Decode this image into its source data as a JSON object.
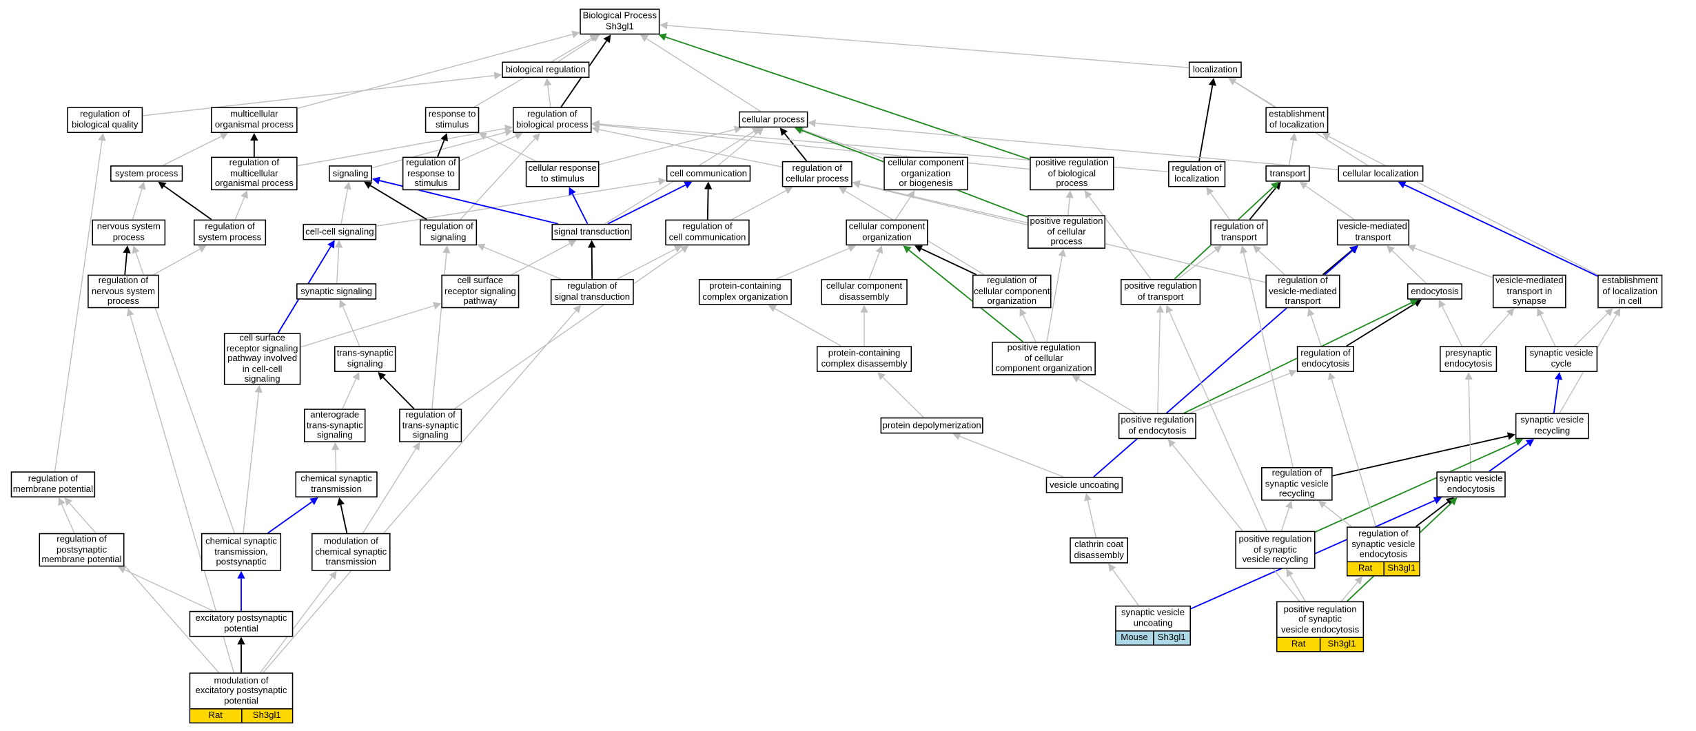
{
  "colors": {
    "default_edge": "#bfbfbf",
    "is_a_edge": "#000000",
    "regulates_edge": "#0000ff",
    "positively_regulates_edge": "#228b22",
    "rat_annotation": "#ffd700",
    "mouse_annotation": "#add8e6"
  },
  "nodes": [
    {
      "id": "bp",
      "lines": [
        "Biological Process",
        "Sh3gl1"
      ]
    },
    {
      "id": "bioreg",
      "lines": [
        "biological regulation"
      ]
    },
    {
      "id": "localization",
      "lines": [
        "localization"
      ]
    },
    {
      "id": "regbq",
      "lines": [
        "regulation of",
        "biological quality"
      ]
    },
    {
      "id": "multicell",
      "lines": [
        "multicellular",
        "organismal process"
      ]
    },
    {
      "id": "respstim",
      "lines": [
        "response to",
        "stimulus"
      ]
    },
    {
      "id": "regbp",
      "lines": [
        "regulation of",
        "biological process"
      ]
    },
    {
      "id": "cellproc",
      "lines": [
        "cellular process"
      ]
    },
    {
      "id": "estloc",
      "lines": [
        "establishment",
        "of localization"
      ]
    },
    {
      "id": "sysproc",
      "lines": [
        "system process"
      ]
    },
    {
      "id": "regmulti",
      "lines": [
        "regulation of",
        "multicellular",
        "organismal process"
      ]
    },
    {
      "id": "signaling",
      "lines": [
        "signaling"
      ]
    },
    {
      "id": "regresp",
      "lines": [
        "regulation of",
        "response to",
        "stimulus"
      ]
    },
    {
      "id": "cellresp",
      "lines": [
        "cellular response",
        "to stimulus"
      ]
    },
    {
      "id": "cellcomm",
      "lines": [
        "cell communication"
      ]
    },
    {
      "id": "regcellproc",
      "lines": [
        "regulation of",
        "cellular process"
      ]
    },
    {
      "id": "ccorg",
      "lines": [
        "cellular component",
        "organization",
        "or biogenesis"
      ]
    },
    {
      "id": "posregbp",
      "lines": [
        "positive regulation",
        "of biological",
        "process"
      ]
    },
    {
      "id": "regloc",
      "lines": [
        "regulation of",
        "localization"
      ]
    },
    {
      "id": "transport",
      "lines": [
        "transport"
      ]
    },
    {
      "id": "cellloc",
      "lines": [
        "cellular localization"
      ]
    },
    {
      "id": "nervsys",
      "lines": [
        "nervous system",
        "process"
      ]
    },
    {
      "id": "regsys",
      "lines": [
        "regulation of",
        "system process"
      ]
    },
    {
      "id": "cellcellsig",
      "lines": [
        "cell-cell signaling"
      ]
    },
    {
      "id": "regsig",
      "lines": [
        "regulation of",
        "signaling"
      ]
    },
    {
      "id": "sigtrans",
      "lines": [
        "signal transduction"
      ]
    },
    {
      "id": "regcellcomm",
      "lines": [
        "regulation of",
        "cell communication"
      ]
    },
    {
      "id": "ccorg2",
      "lines": [
        "cellular component",
        "organization"
      ]
    },
    {
      "id": "posregcell",
      "lines": [
        "positive regulation",
        "of cellular",
        "process"
      ]
    },
    {
      "id": "regtransport",
      "lines": [
        "regulation of",
        "transport"
      ]
    },
    {
      "id": "vesmedtrans",
      "lines": [
        "vesicle-mediated",
        "transport"
      ]
    },
    {
      "id": "regnerv",
      "lines": [
        "regulation of",
        "nervous system",
        "process"
      ]
    },
    {
      "id": "synsig",
      "lines": [
        "synaptic signaling"
      ]
    },
    {
      "id": "csrsp",
      "lines": [
        "cell surface",
        "receptor signaling",
        "pathway"
      ]
    },
    {
      "id": "regsigtrans",
      "lines": [
        "regulation of",
        "signal transduction"
      ]
    },
    {
      "id": "pccorg",
      "lines": [
        "protein-containing",
        "complex organization"
      ]
    },
    {
      "id": "ccdis",
      "lines": [
        "cellular component",
        "disassembly"
      ]
    },
    {
      "id": "regccorg",
      "lines": [
        "regulation of",
        "cellular component",
        "organization"
      ]
    },
    {
      "id": "posregtrans",
      "lines": [
        "positive regulation",
        "of transport"
      ]
    },
    {
      "id": "regvesmed",
      "lines": [
        "regulation of",
        "vesicle-mediated",
        "transport"
      ]
    },
    {
      "id": "endocytosis",
      "lines": [
        "endocytosis"
      ]
    },
    {
      "id": "vesmedsyn",
      "lines": [
        "vesicle-mediated",
        "transport in",
        "synapse"
      ]
    },
    {
      "id": "estloccell",
      "lines": [
        "establishment",
        "of localization",
        "in cell"
      ]
    },
    {
      "id": "csrspcc",
      "lines": [
        "cell surface",
        "receptor signaling",
        "pathway involved",
        "in cell-cell",
        "signaling"
      ]
    },
    {
      "id": "transsyn",
      "lines": [
        "trans-synaptic",
        "signaling"
      ]
    },
    {
      "id": "pcdis",
      "lines": [
        "protein-containing",
        "complex disassembly"
      ]
    },
    {
      "id": "posregccorg",
      "lines": [
        "positive regulation",
        "of cellular",
        "component organization"
      ]
    },
    {
      "id": "regendo",
      "lines": [
        "regulation of",
        "endocytosis"
      ]
    },
    {
      "id": "presynendo",
      "lines": [
        "presynaptic",
        "endocytosis"
      ]
    },
    {
      "id": "synvescycle",
      "lines": [
        "synaptic vesicle",
        "cycle"
      ]
    },
    {
      "id": "antero",
      "lines": [
        "anterograde",
        "trans-synaptic",
        "signaling"
      ]
    },
    {
      "id": "regtranssyn",
      "lines": [
        "regulation of",
        "trans-synaptic",
        "signaling"
      ]
    },
    {
      "id": "protdepoly",
      "lines": [
        "protein depolymerization"
      ]
    },
    {
      "id": "posregendo",
      "lines": [
        "positive regulation",
        "of endocytosis"
      ]
    },
    {
      "id": "synvesrecyc",
      "lines": [
        "synaptic vesicle",
        "recycling"
      ]
    },
    {
      "id": "regmemb",
      "lines": [
        "regulation of",
        "membrane potential"
      ]
    },
    {
      "id": "chemsyn",
      "lines": [
        "chemical synaptic",
        "transmission"
      ]
    },
    {
      "id": "vesuncoat",
      "lines": [
        "vesicle uncoating"
      ]
    },
    {
      "id": "regsynvesrecyc",
      "lines": [
        "regulation of",
        "synaptic vesicle",
        "recycling"
      ]
    },
    {
      "id": "synvesendo",
      "lines": [
        "synaptic vesicle",
        "endocytosis"
      ]
    },
    {
      "id": "regpostsyn",
      "lines": [
        "regulation of",
        "postsynaptic",
        "membrane potential"
      ]
    },
    {
      "id": "chemsynpost",
      "lines": [
        "chemical synaptic",
        "transmission,",
        "postsynaptic"
      ]
    },
    {
      "id": "modchem",
      "lines": [
        "modulation of",
        "chemical synaptic",
        "transmission"
      ]
    },
    {
      "id": "clathrin",
      "lines": [
        "clathrin coat",
        "disassembly"
      ]
    },
    {
      "id": "posregsynvesrecyc",
      "lines": [
        "positive regulation",
        "of synaptic",
        "vesicle recycling"
      ]
    },
    {
      "id": "regsynvesendo",
      "lines": [
        "regulation of",
        "synaptic vesicle",
        "endocytosis"
      ],
      "annotation": {
        "species": "Rat",
        "gene": "Sh3gl1"
      }
    },
    {
      "id": "excpost",
      "lines": [
        "excitatory postsynaptic",
        "potential"
      ]
    },
    {
      "id": "synvesuncoat",
      "lines": [
        "synaptic vesicle",
        "uncoating"
      ],
      "annotation": {
        "species": "Mouse",
        "gene": "Sh3gl1"
      }
    },
    {
      "id": "posregsynvesendo",
      "lines": [
        "positive regulation",
        "of synaptic",
        "vesicle endocytosis"
      ],
      "annotation": {
        "species": "Rat",
        "gene": "Sh3gl1"
      }
    },
    {
      "id": "modexc",
      "lines": [
        "modulation of",
        "excitatory postsynaptic",
        "potential"
      ],
      "annotation": {
        "species": "Rat",
        "gene": "Sh3gl1"
      }
    }
  ],
  "edges": [
    [
      "bioreg",
      "bp",
      "default"
    ],
    [
      "localization",
      "bp",
      "default"
    ],
    [
      "regbq",
      "bioreg",
      "default"
    ],
    [
      "multicell",
      "bp",
      "default"
    ],
    [
      "respstim",
      "bp",
      "default"
    ],
    [
      "regbp",
      "bp",
      "is_a"
    ],
    [
      "regbp",
      "bioreg",
      "default"
    ],
    [
      "cellproc",
      "bp",
      "default"
    ],
    [
      "estloc",
      "localization",
      "default"
    ],
    [
      "sysproc",
      "multicell",
      "default"
    ],
    [
      "regmulti",
      "multicell",
      "is_a"
    ],
    [
      "regmulti",
      "regbp",
      "default"
    ],
    [
      "signaling",
      "regbp",
      "default"
    ],
    [
      "regresp",
      "respstim",
      "is_a"
    ],
    [
      "regresp",
      "regbp",
      "default"
    ],
    [
      "cellresp",
      "respstim",
      "default"
    ],
    [
      "cellresp",
      "cellproc",
      "default"
    ],
    [
      "cellcomm",
      "cellproc",
      "default"
    ],
    [
      "regcellproc",
      "cellproc",
      "is_a"
    ],
    [
      "regcellproc",
      "regbp",
      "default"
    ],
    [
      "ccorg",
      "cellproc",
      "default"
    ],
    [
      "posregbp",
      "bp",
      "positive"
    ],
    [
      "posregbp",
      "regbp",
      "default"
    ],
    [
      "regloc",
      "localization",
      "is_a"
    ],
    [
      "regloc",
      "regbp",
      "default"
    ],
    [
      "transport",
      "estloc",
      "default"
    ],
    [
      "cellloc",
      "localization",
      "default"
    ],
    [
      "cellloc",
      "cellproc",
      "default"
    ],
    [
      "nervsys",
      "sysproc",
      "default"
    ],
    [
      "regsys",
      "sysproc",
      "is_a"
    ],
    [
      "regsys",
      "regmulti",
      "default"
    ],
    [
      "cellcellsig",
      "signaling",
      "default"
    ],
    [
      "cellcellsig",
      "cellcomm",
      "default"
    ],
    [
      "regsig",
      "signaling",
      "is_a"
    ],
    [
      "regsig",
      "regbp",
      "default"
    ],
    [
      "sigtrans",
      "signaling",
      "regulates"
    ],
    [
      "sigtrans",
      "cellresp",
      "regulates"
    ],
    [
      "sigtrans",
      "cellcomm",
      "regulates"
    ],
    [
      "sigtrans",
      "cellproc",
      "default"
    ],
    [
      "regcellcomm",
      "cellcomm",
      "is_a"
    ],
    [
      "regcellcomm",
      "regcellproc",
      "default"
    ],
    [
      "ccorg2",
      "ccorg",
      "default"
    ],
    [
      "posregcell",
      "cellproc",
      "positive"
    ],
    [
      "posregcell",
      "regcellproc",
      "default"
    ],
    [
      "posregcell",
      "posregbp",
      "default"
    ],
    [
      "regtransport",
      "transport",
      "is_a"
    ],
    [
      "regtransport",
      "regloc",
      "default"
    ],
    [
      "vesmedtrans",
      "transport",
      "default"
    ],
    [
      "regnerv",
      "nervsys",
      "is_a"
    ],
    [
      "regnerv",
      "regsys",
      "default"
    ],
    [
      "synsig",
      "cellcellsig",
      "default"
    ],
    [
      "csrsp",
      "sigtrans",
      "default"
    ],
    [
      "regsigtrans",
      "sigtrans",
      "is_a"
    ],
    [
      "regsigtrans",
      "regsig",
      "default"
    ],
    [
      "regsigtrans",
      "regcellcomm",
      "default"
    ],
    [
      "pccorg",
      "ccorg2",
      "default"
    ],
    [
      "ccdis",
      "ccorg2",
      "default"
    ],
    [
      "regccorg",
      "ccorg2",
      "is_a"
    ],
    [
      "regccorg",
      "regcellproc",
      "default"
    ],
    [
      "posregtrans",
      "transport",
      "positive"
    ],
    [
      "posregtrans",
      "regtransport",
      "default"
    ],
    [
      "posregtrans",
      "posregbp",
      "default"
    ],
    [
      "regvesmed",
      "vesmedtrans",
      "is_a"
    ],
    [
      "regvesmed",
      "regtransport",
      "default"
    ],
    [
      "regvesmed",
      "regcellproc",
      "default"
    ],
    [
      "endocytosis",
      "vesmedtrans",
      "default"
    ],
    [
      "vesmedsyn",
      "vesmedtrans",
      "default"
    ],
    [
      "estloccell",
      "cellloc",
      "regulates"
    ],
    [
      "estloccell",
      "estloc",
      "default"
    ],
    [
      "csrspcc",
      "cellcellsig",
      "regulates"
    ],
    [
      "csrspcc",
      "csrsp",
      "default"
    ],
    [
      "transsyn",
      "synsig",
      "default"
    ],
    [
      "pcdis",
      "pccorg",
      "default"
    ],
    [
      "pcdis",
      "ccdis",
      "default"
    ],
    [
      "posregccorg",
      "ccorg2",
      "positive"
    ],
    [
      "posregccorg",
      "regccorg",
      "default"
    ],
    [
      "posregccorg",
      "posregcell",
      "default"
    ],
    [
      "regendo",
      "endocytosis",
      "is_a"
    ],
    [
      "regendo",
      "regvesmed",
      "default"
    ],
    [
      "presynendo",
      "endocytosis",
      "default"
    ],
    [
      "presynendo",
      "vesmedsyn",
      "default"
    ],
    [
      "synvescycle",
      "vesmedsyn",
      "default"
    ],
    [
      "synvescycle",
      "estloccell",
      "default"
    ],
    [
      "antero",
      "transsyn",
      "default"
    ],
    [
      "regtranssyn",
      "transsyn",
      "is_a"
    ],
    [
      "regtranssyn",
      "regsig",
      "default"
    ],
    [
      "regtranssyn",
      "regcellcomm",
      "default"
    ],
    [
      "protdepoly",
      "pcdis",
      "default"
    ],
    [
      "posregendo",
      "endocytosis",
      "positive"
    ],
    [
      "posregendo",
      "regendo",
      "default"
    ],
    [
      "posregendo",
      "posregtrans",
      "default"
    ],
    [
      "posregendo",
      "posregccorg",
      "default"
    ],
    [
      "synvesrecyc",
      "synvescycle",
      "regulates"
    ],
    [
      "synvesrecyc",
      "estloccell",
      "default"
    ],
    [
      "regmemb",
      "regbq",
      "default"
    ],
    [
      "chemsyn",
      "antero",
      "default"
    ],
    [
      "vesuncoat",
      "protdepoly",
      "default"
    ],
    [
      "vesuncoat",
      "vesmedtrans",
      "regulates"
    ],
    [
      "regsynvesrecyc",
      "synvesrecyc",
      "is_a"
    ],
    [
      "regsynvesrecyc",
      "regtransport",
      "default"
    ],
    [
      "synvesendo",
      "synvesrecyc",
      "regulates"
    ],
    [
      "synvesendo",
      "presynendo",
      "default"
    ],
    [
      "regpostsyn",
      "regmemb",
      "default"
    ],
    [
      "chemsynpost",
      "chemsyn",
      "regulates"
    ],
    [
      "chemsynpost",
      "csrspcc",
      "default"
    ],
    [
      "chemsynpost",
      "nervsys",
      "default"
    ],
    [
      "modchem",
      "chemsyn",
      "is_a"
    ],
    [
      "modchem",
      "regtranssyn",
      "default"
    ],
    [
      "clathrin",
      "vesuncoat",
      "default"
    ],
    [
      "posregsynvesrecyc",
      "synvesrecyc",
      "positive"
    ],
    [
      "posregsynvesrecyc",
      "regsynvesrecyc",
      "default"
    ],
    [
      "posregsynvesrecyc",
      "posregtrans",
      "default"
    ],
    [
      "regsynvesendo",
      "synvesendo",
      "is_a"
    ],
    [
      "regsynvesendo",
      "regendo",
      "default"
    ],
    [
      "regsynvesendo",
      "regsynvesrecyc",
      "default"
    ],
    [
      "excpost",
      "chemsynpost",
      "regulates"
    ],
    [
      "excpost",
      "regpostsyn",
      "default"
    ],
    [
      "synvesuncoat",
      "clathrin",
      "default"
    ],
    [
      "synvesuncoat",
      "synvesendo",
      "regulates"
    ],
    [
      "posregsynvesendo",
      "synvesendo",
      "positive"
    ],
    [
      "posregsynvesendo",
      "regsynvesendo",
      "default"
    ],
    [
      "posregsynvesendo",
      "posregendo",
      "default"
    ],
    [
      "posregsynvesendo",
      "posregsynvesrecyc",
      "default"
    ],
    [
      "modexc",
      "excpost",
      "is_a"
    ],
    [
      "modexc",
      "regmemb",
      "default"
    ],
    [
      "modexc",
      "regnerv",
      "default"
    ],
    [
      "modexc",
      "modchem",
      "default"
    ],
    [
      "modexc",
      "regsigtrans",
      "default"
    ]
  ]
}
